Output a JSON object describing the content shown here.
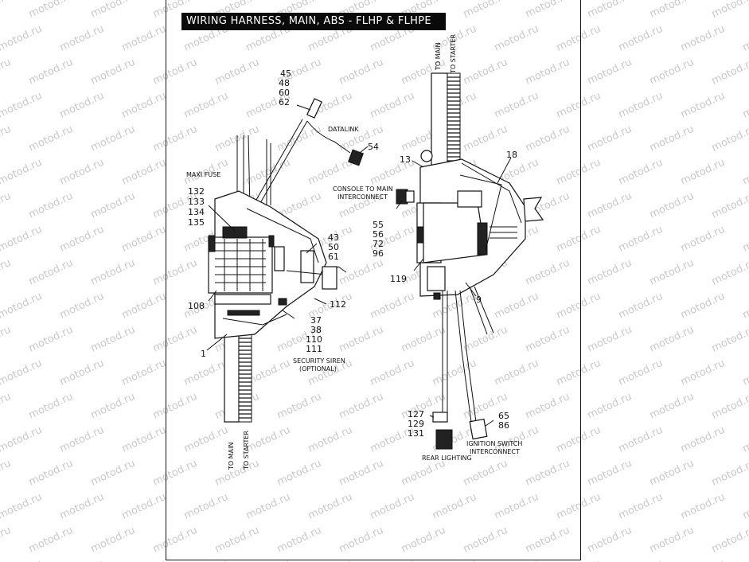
{
  "title": "WIRING HARNESS, MAIN, ABS - FLHP & FLHPE",
  "watermark": "motod.ru",
  "callouts": {
    "c45": "45",
    "c48": "48",
    "c60": "60",
    "c62": "62",
    "c54": "54",
    "c132": "132",
    "c133": "133",
    "c134": "134",
    "c135": "135",
    "c43": "43",
    "c50": "50",
    "c61": "61",
    "c108": "108",
    "c112": "112",
    "c37": "37",
    "c38": "38",
    "c110": "110",
    "c111": "111",
    "c1": "1",
    "c13": "13",
    "c18": "18",
    "c55": "55",
    "c56": "56",
    "c72": "72",
    "c96": "96",
    "c119": "119",
    "c9": "9",
    "c127": "127",
    "c129": "129",
    "c131": "131",
    "c65": "65",
    "c86": "86"
  },
  "labels": {
    "datalink": "DATALINK",
    "maxi_fuse": "MAXI FUSE",
    "console_1": "CONSOLE TO MAIN",
    "console_2": "INTERCONNECT",
    "security_1": "SECURITY SIREN",
    "security_2": "(OPTIONAL)",
    "left_to_main": "TO MAIN",
    "left_to_starter": "TO STARTER",
    "right_to_main": "TO MAIN",
    "right_to_starter": "TO STARTER",
    "rear_lighting": "REAR LIGHTING",
    "ignition_1": "IGNITION SWITCH",
    "ignition_2": "INTERCONNECT"
  }
}
